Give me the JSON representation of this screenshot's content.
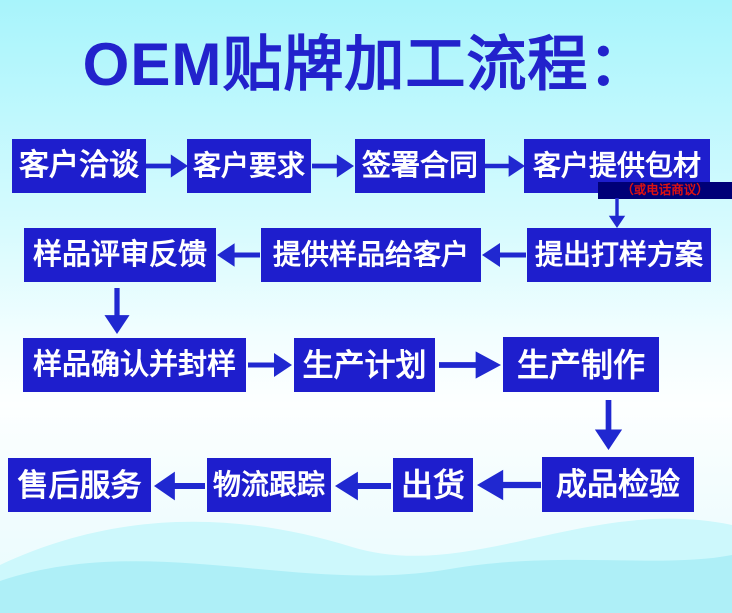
{
  "title": "OEM贴牌加工流程：",
  "note": "（或电话商议）",
  "steps": {
    "customer_negotiation": "客户洽谈",
    "customer_requirements": "客户要求",
    "sign_contract": "签署合同",
    "customer_provides_packaging": "客户提供包材",
    "propose_sampling_plan": "提出打样方案",
    "provide_sample_to_customer": "提供样品给客户",
    "sample_review_feedback": "样品评审反馈",
    "sample_confirm_and_seal": "样品确认并封样",
    "production_plan": "生产计划",
    "production_manufacture": "生产制作",
    "finished_product_inspection": "成品检验",
    "shipment": "出货",
    "logistics_tracking": "物流跟踪",
    "after_sales_service": "售后服务"
  },
  "colors": {
    "box_background": "#1e1ecd",
    "box_text": "#ffffff",
    "title_text": "#2222cc",
    "arrow": "#2028d0",
    "note_text": "#dd1111",
    "note_background": "#000077",
    "background_top_cyan": "#a8f4fb",
    "background_middle": "#ffffff",
    "wave_cyan": "#a9eff7"
  }
}
